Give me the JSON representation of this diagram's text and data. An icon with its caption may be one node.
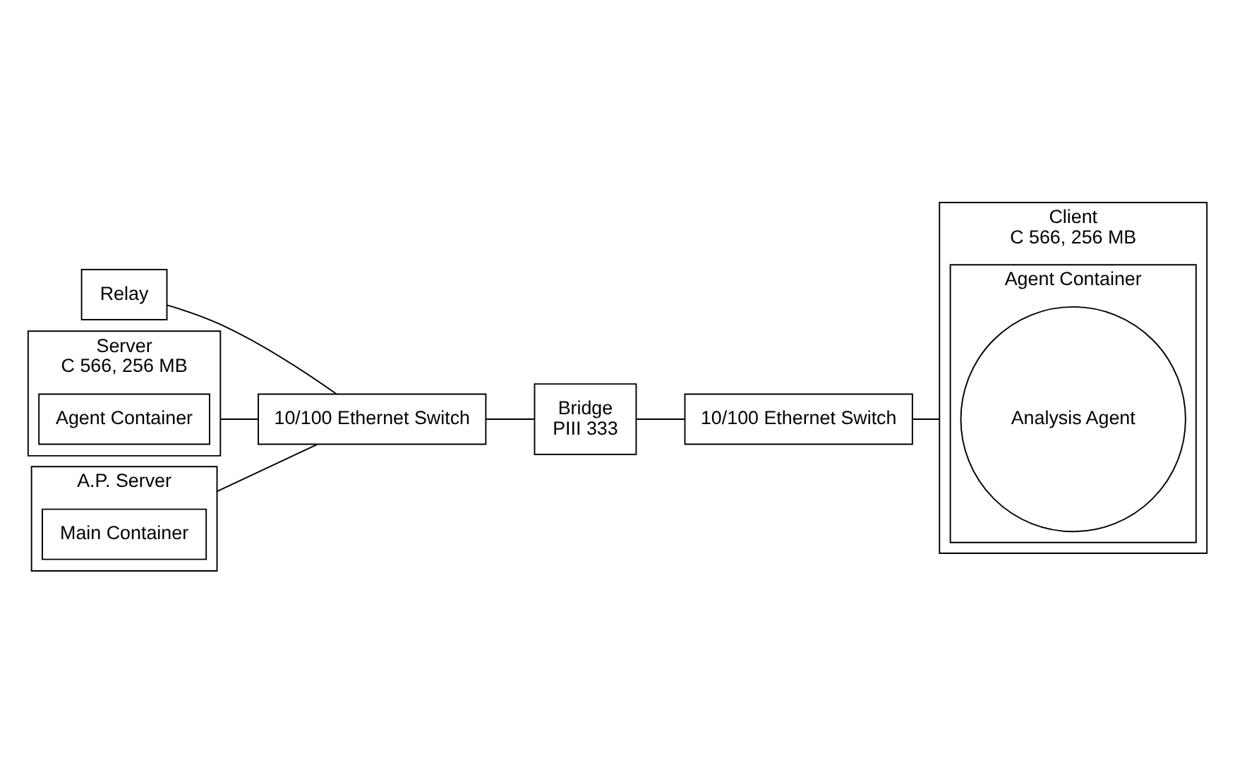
{
  "diagram": {
    "nodes": [
      {
        "text": [
          "Relay"
        ]
      },
      {
        "text": [
          "Server",
          "C 566, 256 MB"
        ]
      },
      {
        "text": [
          "Agent Container"
        ],
        "in": 1
      },
      {
        "text": [
          "A.P. Server"
        ]
      },
      {
        "text": [
          "Main Container"
        ],
        "in": 3
      },
      {
        "text": [
          "10/100 Ethernet Switch"
        ]
      },
      {
        "text": [
          "Bridge",
          "PIII 333"
        ]
      },
      {
        "text": [
          "10/100 Ethernet Switch"
        ]
      },
      {
        "text": [
          "Client",
          "C 566, 256 MB"
        ]
      },
      {
        "text": [
          "Agent Container"
        ],
        "in": 8
      },
      {
        "text": [
          "Analysis Agent"
        ],
        "in": 9
      }
    ],
    "edges": [
      {
        "from": 0,
        "to": 5,
        "arrow": "none"
      },
      {
        "from": 1,
        "to": 5,
        "arrow": "none"
      },
      {
        "from": 3,
        "to": 5,
        "arrow": "none"
      },
      {
        "from": 5,
        "to": 6,
        "arrow": "none"
      },
      {
        "from": 6,
        "to": 7,
        "arrow": "none"
      },
      {
        "from": 7,
        "to": 8,
        "arrow": "none"
      }
    ]
  }
}
